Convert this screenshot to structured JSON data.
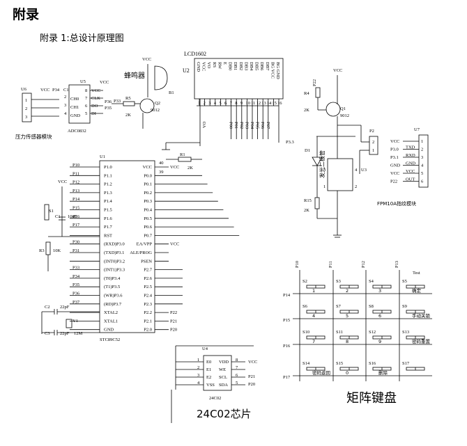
{
  "heading": "附录",
  "subheading": "附录 1:总设计原理图",
  "lcd": {
    "ref": "U2",
    "name": "LCD1602",
    "pins": [
      "GND",
      "VCC",
      "VO",
      "RS",
      "RW",
      "E",
      "DB0",
      "DB1",
      "DB2",
      "DB3",
      "DB4",
      "DB5",
      "DB6",
      "DB7",
      "BG VCC",
      "BG GND"
    ],
    "nums": [
      "1",
      "2",
      "3",
      "4",
      "5",
      "6",
      "7",
      "8",
      "9",
      "10",
      "11",
      "12",
      "13",
      "14",
      "15",
      "16"
    ],
    "net_labels": [
      "P00",
      "P01",
      "P02",
      "P03",
      "P04",
      "P05",
      "P06",
      "P07"
    ],
    "pin3_net": "VO",
    "p33": "P3.3"
  },
  "buzzer": {
    "label": "蜂鸣器",
    "ref": "B1",
    "q": "Q2",
    "q_part": "9012",
    "r": "R5",
    "r_val": "2K",
    "net": "P33",
    "vcc": "VCC"
  },
  "pressure": {
    "ref": "U6",
    "label": "压力传感器模块",
    "pins": [
      "1",
      "2",
      "3"
    ],
    "vcc": "VCC",
    "p34": "P34"
  },
  "adc": {
    "ref": "U5",
    "name": "ADC0832",
    "conn": "C1",
    "left_pins": [
      "CH0",
      "CH1",
      "GND"
    ],
    "right_pins": [
      "VCC",
      "CLK",
      "DO",
      "DI"
    ],
    "left_nums": [
      "2",
      "3",
      "4"
    ],
    "right_nums": [
      "8",
      "7",
      "6",
      "5"
    ],
    "nets": [
      "P36",
      "P35"
    ],
    "vcc": "VCC"
  },
  "r1": {
    "ref": "R1",
    "val": "2K"
  },
  "mcu": {
    "ref": "U1",
    "name": "STC89C52",
    "left_pins": [
      "P1.0",
      "P1.1",
      "P1.2",
      "P1.3",
      "P1.4",
      "P1.5",
      "P1.6",
      "P1.7",
      "RST",
      "(RXD)P3.0",
      "(TXD)P3.1",
      "(INT0)P3.2",
      "(INT1)P3.3",
      "(T0)P3.4",
      "(T1)P3.5",
      "(WR)P3.6",
      "(RD)P3.7",
      "XTAL2",
      "XTAL1",
      "GND"
    ],
    "left_nets": [
      "P10",
      "P11",
      "P12",
      "P13",
      "P14",
      "P15",
      "P16",
      "P17",
      "",
      "P30",
      "P31",
      "",
      "P33",
      "P34",
      "P35",
      "P36",
      "P37",
      "",
      "",
      ""
    ],
    "right_pins": [
      "VCC",
      "P0.0",
      "P0.1",
      "P0.2",
      "P0.3",
      "P0.4",
      "P0.5",
      "P0.6",
      "P0.7",
      "EA/VPP",
      "ALE/PROG",
      "PSEN",
      "P2.7",
      "P2.6",
      "P2.5",
      "P2.4",
      "P2.3",
      "P2.2",
      "P2.1",
      "P2.0"
    ],
    "right_nets": [
      "VCC",
      "",
      "",
      "",
      "",
      "",
      "",
      "",
      "",
      "VCC",
      "",
      "",
      "",
      "",
      "",
      "",
      "",
      "P22",
      "P21",
      "P20"
    ],
    "pin40": "40",
    "pin39": "39"
  },
  "reset": {
    "s": "S1",
    "c": "C1",
    "c_val": "10uF",
    "r": "R3",
    "r_val": "10K",
    "vcc": "VCC"
  },
  "crystal": {
    "c2": "C2",
    "c3": "C3",
    "cval": "22pF",
    "y": "Y1",
    "yval": "12M"
  },
  "eeprom": {
    "ref": "U4",
    "name": "24C02",
    "title": "24C02芯片",
    "left_pins": [
      "E0",
      "E1",
      "E2",
      "VSS"
    ],
    "right_pins": [
      "VDD",
      "WE",
      "SCL",
      "SDA"
    ],
    "left_nums": [
      "1",
      "2",
      "3",
      "4"
    ],
    "right_nums": [
      "8",
      "7",
      "6",
      "5"
    ],
    "nets": [
      "VCC",
      "P21",
      "P20"
    ]
  },
  "fingerprint": {
    "ref": "U7",
    "label": "FPM10A指纹模块",
    "pins": [
      "TXD",
      "RXD",
      "GND",
      "VCC",
      "OUT"
    ],
    "nums": [
      "1",
      "2",
      "3",
      "4",
      "5",
      "6"
    ],
    "nets": [
      "VCC",
      "P3.0",
      "P3.1",
      "GND",
      "VCC",
      "P22"
    ]
  },
  "relay": {
    "q": "Q1",
    "q_part": "9012",
    "r4": "R4",
    "r4val": "2K",
    "net": "P22",
    "vcc": "VCC",
    "d": "D1",
    "label": "发光二极管",
    "r15": "R15",
    "r15val": "2K",
    "u3": "U3",
    "p2": "P2",
    "p2pins": [
      "2",
      "1"
    ],
    "relay_pins": [
      "3",
      "4",
      "1",
      "2"
    ]
  },
  "keypad": {
    "title": "矩阵键盘",
    "cols": [
      "P10",
      "P11",
      "P12",
      "P13"
    ],
    "rows": [
      "P14",
      "P15",
      "P16",
      "P17"
    ],
    "keys": [
      {
        "ref": "S2",
        "label": "1"
      },
      {
        "ref": "S3",
        "label": "2"
      },
      {
        "ref": "S4",
        "label": "3"
      },
      {
        "ref": "S5",
        "label": "确定"
      },
      {
        "ref": "S6",
        "label": "4"
      },
      {
        "ref": "S7",
        "label": "5"
      },
      {
        "ref": "S8",
        "label": "6"
      },
      {
        "ref": "S9",
        "label": "手动关锁"
      },
      {
        "ref": "S10",
        "label": "7"
      },
      {
        "ref": "S11",
        "label": "8"
      },
      {
        "ref": "S12",
        "label": "9"
      },
      {
        "ref": "S13",
        "label": "密码重置"
      },
      {
        "ref": "S14",
        "label": "密码返回"
      },
      {
        "ref": "S15",
        "label": "0"
      },
      {
        "ref": "S16",
        "label": "删除"
      },
      {
        "ref": "S17",
        "label": ""
      }
    ],
    "corner": "Test"
  }
}
